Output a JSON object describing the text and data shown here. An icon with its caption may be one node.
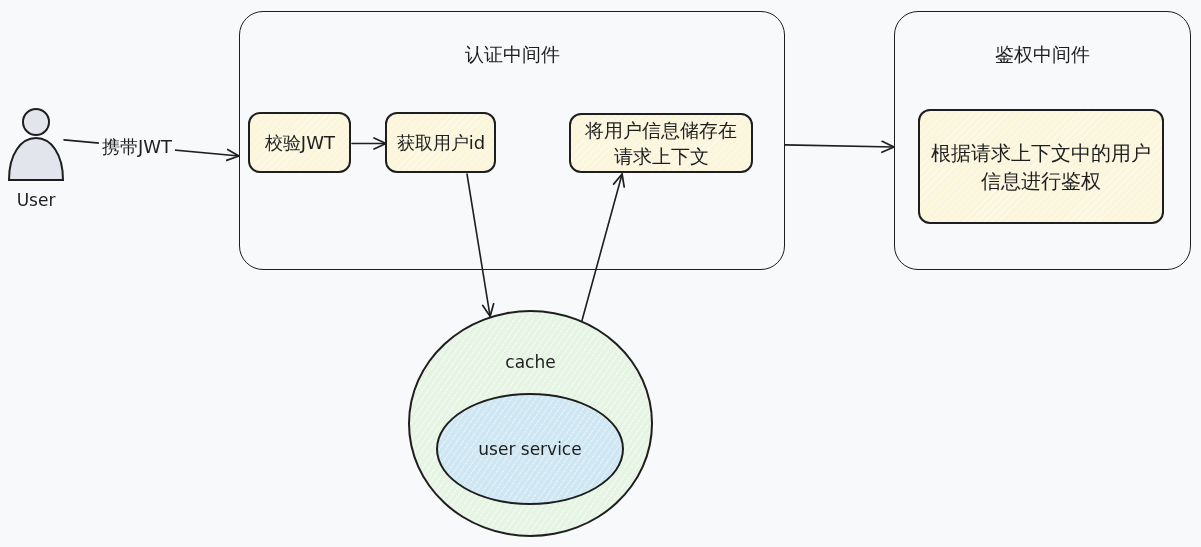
{
  "diagram": {
    "nodes": [
      {
        "text": [
          "User"
        ]
      },
      {
        "text": [
          "认证中间件"
        ]
      },
      {
        "text": [
          "校验JWT"
        ],
        "in": 1
      },
      {
        "text": [
          "获取用户id"
        ],
        "in": 1
      },
      {
        "text": [
          "将用户信息储存在请求上下文"
        ],
        "in": 1
      },
      {
        "text": [
          "鉴权中间件"
        ]
      },
      {
        "text": [
          "根据请求上下文中的用户信息进行鉴权"
        ],
        "in": 5
      },
      {
        "text": [
          "cache"
        ]
      },
      {
        "text": [
          "user service"
        ],
        "in": 7
      }
    ],
    "edges": [
      {
        "from": 0,
        "to": 1,
        "arrow": "to",
        "label": "携带JWT"
      },
      {
        "from": 2,
        "to": 3,
        "arrow": "to"
      },
      {
        "from": 3,
        "to": 7,
        "arrow": "to"
      },
      {
        "from": 7,
        "to": 4,
        "arrow": "to"
      },
      {
        "from": 1,
        "to": 5,
        "arrow": "to"
      }
    ]
  }
}
